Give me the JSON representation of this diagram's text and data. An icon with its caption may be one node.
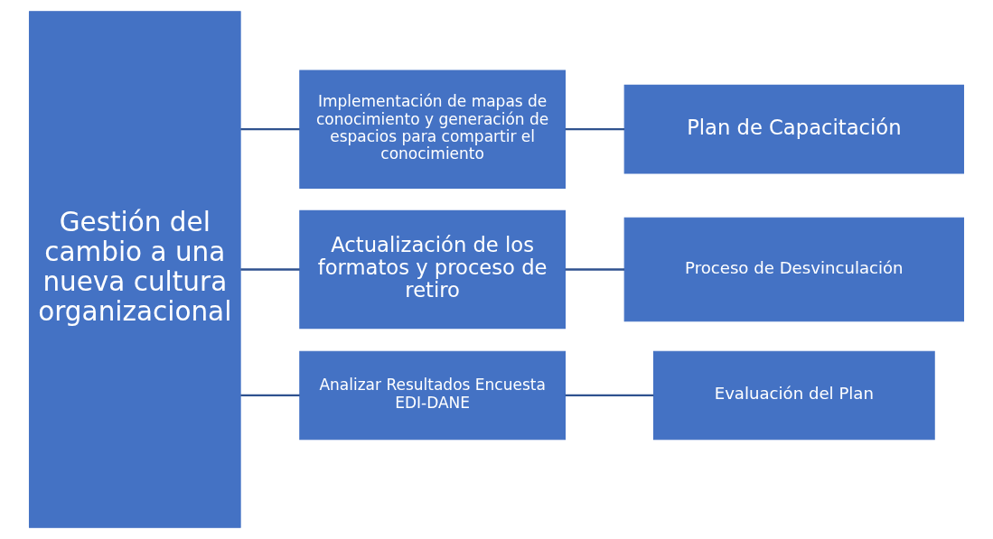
{
  "diagram": {
    "nodes": [
      {
        "text": [
          "Gestión del cambio a una nueva cultura organizacional"
        ]
      },
      {
        "text": [
          "Implementación de mapas de conocimiento y generación de espacios para compartir el conocimiento"
        ]
      },
      {
        "text": [
          "Actualización de los formatos y proceso de retiro"
        ]
      },
      {
        "text": [
          "Analizar Resultados Encuesta EDI-DANE"
        ]
      },
      {
        "text": [
          "Plan de Capacitación"
        ]
      },
      {
        "text": [
          "Proceso de Desvinculación"
        ]
      },
      {
        "text": [
          "Evaluación del Plan"
        ]
      }
    ],
    "edges": [
      {
        "from": 0,
        "to": 1,
        "arrow": "none"
      },
      {
        "from": 0,
        "to": 2,
        "arrow": "none"
      },
      {
        "from": 0,
        "to": 3,
        "arrow": "none"
      },
      {
        "from": 1,
        "to": 4,
        "arrow": "none"
      },
      {
        "from": 2,
        "to": 5,
        "arrow": "none"
      },
      {
        "from": 3,
        "to": 6,
        "arrow": "none"
      }
    ]
  }
}
